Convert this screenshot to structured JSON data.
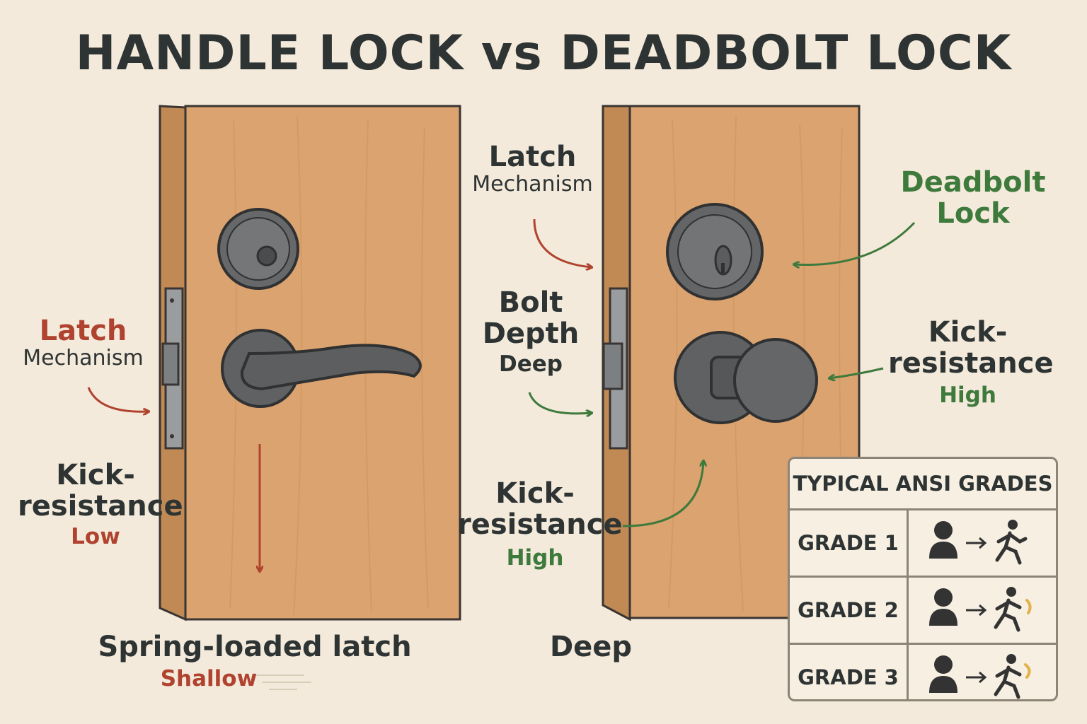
{
  "title": "HANDLE LOCK vs DEADBOLT LOCK",
  "left_door": {
    "latch_title": "Latch",
    "latch_sub": "Mechanism",
    "kick_line1": "Kick-",
    "kick_line2": "resistance",
    "kick_value": "Low",
    "bottom_label": "Spring-loaded latch",
    "bottom_value": "Shallow"
  },
  "right_door": {
    "latch_title": "Latch",
    "latch_sub": "Mechanism",
    "bolt_line1": "Bolt",
    "bolt_line2": "Depth",
    "bolt_value": "Deep",
    "kick_line1": "Kick-",
    "kick_line2": "resistance",
    "kick_value": "High",
    "deadbolt_line1": "Deadbolt",
    "deadbolt_line2": "Lock",
    "side_kick_line1": "Kick-",
    "side_kick_line2": "resistance",
    "side_kick_value": "High",
    "bottom_label": "Deep"
  },
  "grades": {
    "title": "TYPICAL ANSI GRADES",
    "rows": [
      {
        "label": "GRADE 1",
        "icons": [
          "person-icon",
          "arrow-right-icon",
          "running-person-icon"
        ]
      },
      {
        "label": "GRADE 2",
        "icons": [
          "person-icon",
          "arrow-right-icon",
          "kicking-person-icon"
        ]
      },
      {
        "label": "GRADE 3",
        "icons": [
          "person-icon",
          "arrow-right-icon",
          "kicking-person-icon"
        ]
      }
    ]
  },
  "colors": {
    "background": "#f3eadb",
    "door": "#dba36f",
    "door_edge": "#c18a55",
    "hardware": "#5f6162",
    "low": "#b0432f",
    "high": "#3e7a3c",
    "text": "#2e3433"
  }
}
